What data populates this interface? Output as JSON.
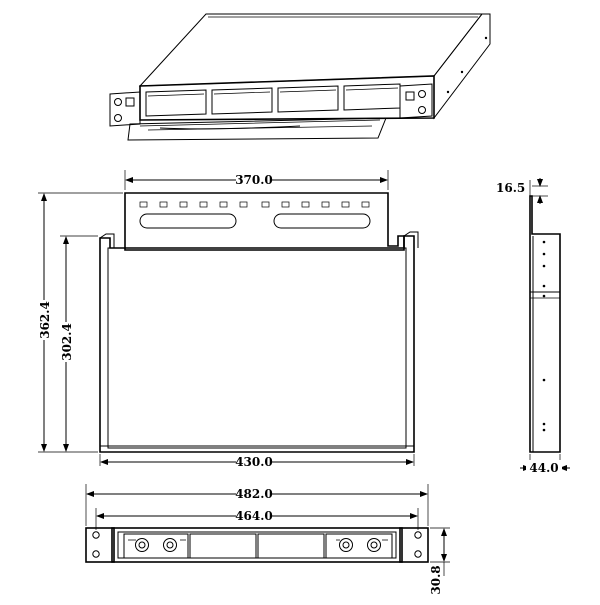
{
  "dimensions": {
    "top_width": "370.0",
    "overall_depth": "362.4",
    "body_depth": "302.4",
    "body_width": "430.0",
    "side_lip": "16.5",
    "side_height": "44.0",
    "front_overall_width": "482.0",
    "front_mount_width": "464.0",
    "front_height": "30.8"
  }
}
